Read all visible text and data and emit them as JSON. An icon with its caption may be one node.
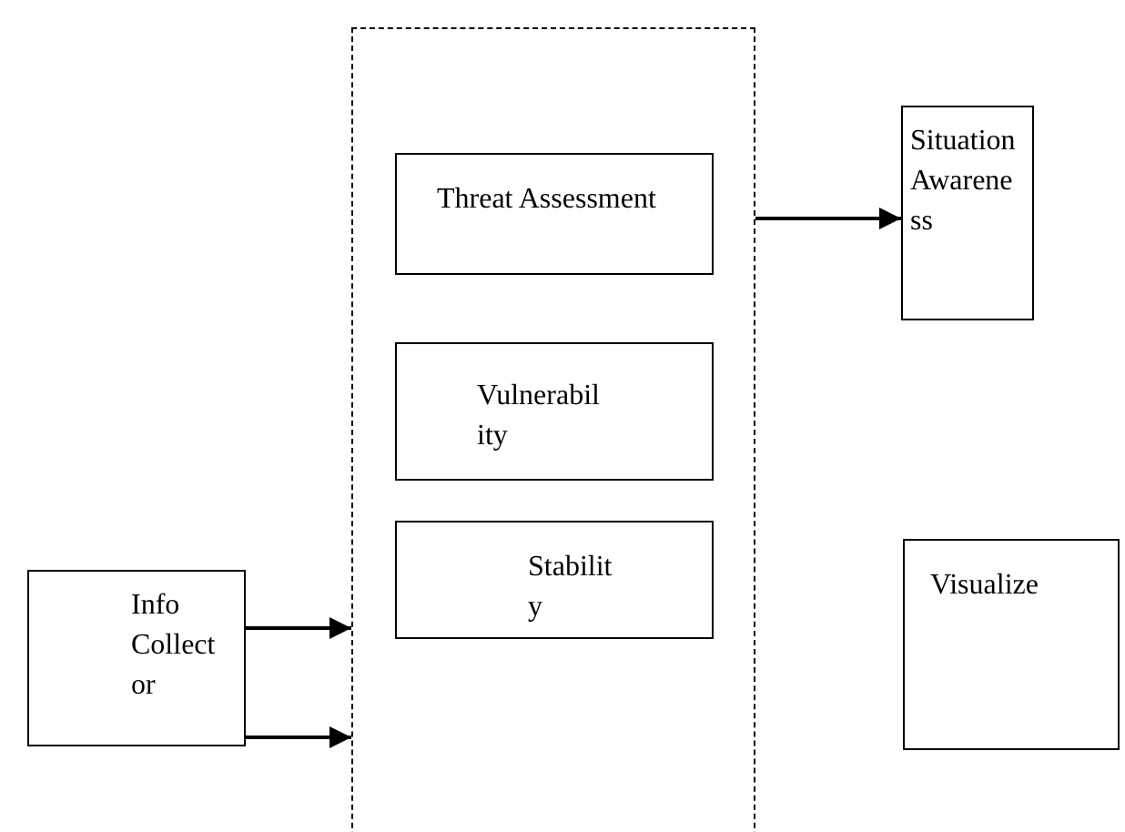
{
  "diagram": {
    "nodes": [
      {
        "text": [],
        "shape": "box"
      },
      {
        "text": [
          "Threat Assessment"
        ],
        "in": 0
      },
      {
        "text": [
          "Vulnerabil ity"
        ],
        "in": 0
      },
      {
        "text": [
          "Stabilit y"
        ],
        "in": 0
      },
      {
        "text": [
          "Situation Awarene ss"
        ]
      },
      {
        "text": [
          "Info Collect or"
        ]
      },
      {
        "text": [
          "Visualize"
        ]
      }
    ],
    "edges": [
      {
        "from": 5,
        "to": 0,
        "arrow": "to"
      },
      {
        "from": 5,
        "to": 0,
        "arrow": "to"
      },
      {
        "from": 0,
        "to": 4,
        "arrow": "to"
      }
    ]
  }
}
